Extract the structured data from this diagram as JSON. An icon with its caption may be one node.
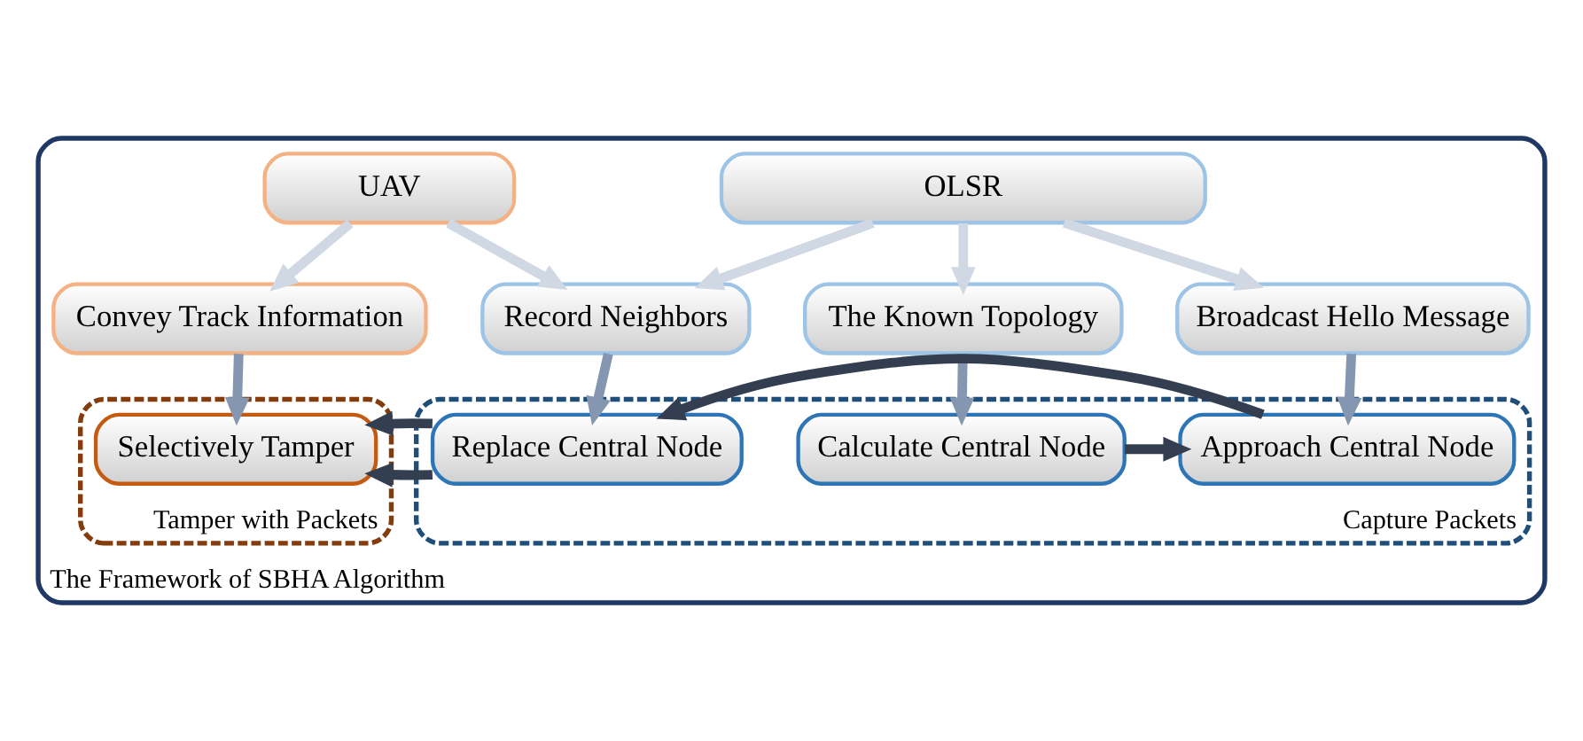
{
  "diagram": {
    "nodes": [
      {
        "text": [
          "The Framework of SBHA Algorithm"
        ]
      },
      {
        "text": [
          "OLSR"
        ],
        "in": 0
      },
      {
        "text": [
          "UAV"
        ],
        "in": 0
      },
      {
        "text": [
          "The Known Topology"
        ],
        "in": 0
      },
      {
        "text": [
          "Broadcast Hello Message"
        ],
        "in": 0
      },
      {
        "text": [
          "Record Neighbors"
        ],
        "in": 0
      },
      {
        "text": [
          "Convey Track Information"
        ],
        "in": 0
      },
      {
        "text": [
          "Capture Packets"
        ],
        "in": 0
      },
      {
        "text": [
          "Calculate Central Node"
        ],
        "in": 7
      },
      {
        "text": [
          "Approach Central Node"
        ],
        "in": 7
      },
      {
        "text": [
          "Replace Central Node"
        ],
        "in": 7
      },
      {
        "text": [
          "Tamper with Packets"
        ],
        "in": 0
      },
      {
        "text": [
          "Selectively Tamper"
        ],
        "in": 11
      }
    ],
    "edges": [
      {
        "from": 1,
        "to": 3,
        "arrow": "to",
        "color": "#d0d8e4"
      },
      {
        "from": 1,
        "to": 4,
        "arrow": "to",
        "color": "#d0d8e4"
      },
      {
        "from": 1,
        "to": 5,
        "arrow": "to",
        "color": "#d0d8e4"
      },
      {
        "from": 2,
        "to": 5,
        "arrow": "to",
        "color": "#d0d8e4"
      },
      {
        "from": 2,
        "to": 6,
        "arrow": "to",
        "color": "#d0d8e4"
      },
      {
        "from": 3,
        "to": 8,
        "arrow": "to",
        "color": "#8496b0"
      },
      {
        "from": 4,
        "to": 9,
        "arrow": "to",
        "color": "#8496b0"
      },
      {
        "from": 5,
        "to": 10,
        "arrow": "to",
        "color": "#8496b0"
      },
      {
        "from": 6,
        "to": 12,
        "arrow": "to",
        "color": "#8496b0"
      },
      {
        "from": 8,
        "to": 9,
        "arrow": "to",
        "color": "#333f50"
      },
      {
        "from": 9,
        "to": 10,
        "arrow": "to",
        "color": "#333f50"
      },
      {
        "from": 10,
        "to": 12,
        "arrow": "to",
        "color": "#333f50"
      }
    ]
  }
}
